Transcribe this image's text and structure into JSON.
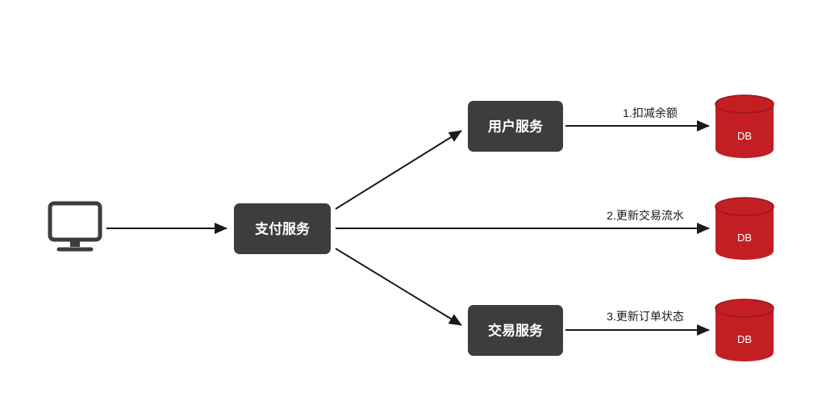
{
  "diagram": {
    "type": "flow-diagram",
    "colors": {
      "background": "#ffffff",
      "service_box_fill": "#3d3d3d",
      "service_box_text": "#ffffff",
      "db_fill": "#c41e25",
      "db_top_stroke": "#9c161c",
      "db_text": "#ffffff",
      "edge": "#1a1a1a",
      "edge_label": "#1a1a1a",
      "client_icon": "#3d3d3d"
    },
    "nodes": {
      "client": {
        "name": "client-computer"
      },
      "payment_service": {
        "label": "支付服务"
      },
      "user_service": {
        "label": "用户服务"
      },
      "trade_service": {
        "label": "交易服务"
      },
      "user_db": {
        "label": "DB"
      },
      "trade_flow_db": {
        "label": "DB"
      },
      "order_db": {
        "label": "DB"
      }
    },
    "edges": [
      {
        "from": "client",
        "to": "payment_service",
        "label": ""
      },
      {
        "from": "payment_service",
        "to": "user_service",
        "label": ""
      },
      {
        "from": "payment_service",
        "to": "trade_flow_db",
        "label": "2.更新交易流水"
      },
      {
        "from": "payment_service",
        "to": "trade_service",
        "label": ""
      },
      {
        "from": "user_service",
        "to": "user_db",
        "label": "1.扣减余额"
      },
      {
        "from": "trade_service",
        "to": "order_db",
        "label": "3.更新订单状态"
      }
    ]
  }
}
